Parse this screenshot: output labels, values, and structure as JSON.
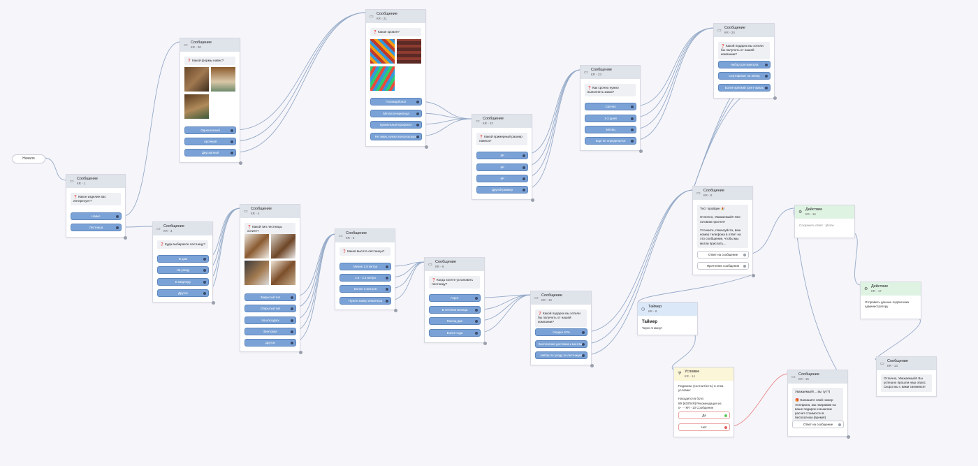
{
  "start": {
    "label": "Начало"
  },
  "nodes": {
    "n1": {
      "title": "Сообщение",
      "sub": "КR - 1",
      "question": "❓ Какое изделие вас интересует?",
      "buttons": [
        "Навес",
        "Лестница"
      ]
    },
    "n30": {
      "title": "Сообщение",
      "sub": "КR - 30",
      "question": "❓ Какой формы навес?",
      "buttons": [
        "Односкатный",
        "Арочный",
        "Двускатный"
      ]
    },
    "n21": {
      "title": "Сообщение",
      "sub": "КR - 21",
      "question": "❓ Какая кровля?",
      "buttons": [
        "Поликарбонат",
        "Металлочерепица",
        "Кровельный профлист",
        "Не знаю, нужна консультация"
      ]
    },
    "n22": {
      "title": "Сообщение",
      "sub": "КR - 22",
      "question": "❓ Какой примерный размер навеса?",
      "buttons": [
        "М²",
        "М²",
        "М²",
        "Другой размер"
      ]
    },
    "n23": {
      "title": "Сообщение",
      "sub": "КR - 23",
      "question": "❓ Как срочно нужно выполнить заказ?",
      "buttons": [
        "Срочно",
        "1-2 дней",
        "Месяц",
        "Еще не определился"
      ]
    },
    "n24": {
      "title": "Сообщение",
      "sub": "КR - 24",
      "question": "❓ Какой подарок вы хотели бы получить от нашей компании?",
      "buttons": [
        "Набор для мангала",
        "Сертификат на 3000р",
        "Более крепкий грунт-эмаль"
      ]
    },
    "n3": {
      "title": "Сообщение",
      "sub": "КR - 3",
      "question": "❓ Куда выбираете лестницу?",
      "buttons": [
        "В дом",
        "На улицу",
        "В квартиру",
        "Другое"
      ]
    },
    "n4": {
      "title": "Сообщение",
      "sub": "КR - 4",
      "question": "❓ Какой тип лестницы хотите?",
      "buttons": [
        "Закрытый тип",
        "Открытый тип",
        "На косоурах",
        "Винтовая",
        "Другое"
      ]
    },
    "n5": {
      "title": "Сообщение",
      "sub": "КR - 5",
      "question": "❓ Какая высота лестницы?",
      "buttons": [
        "Менее 2.8 метра",
        "2.8 - 3.2 метра",
        "Более 3 метров",
        "Нужен замер инженера"
      ]
    },
    "n6": {
      "title": "Сообщение",
      "sub": "КR - 6",
      "question": "❓ Когда хотите установить лестницу?",
      "buttons": [
        "Горит",
        "В течение месяца",
        "Месяц-два",
        "Более года"
      ]
    },
    "n10": {
      "title": "Сообщение",
      "sub": "КR - 10",
      "question": "❓ Какой подарок вы хотели бы получить от нашей компании?",
      "buttons": [
        "Скидка 10%",
        "Бесплатная доставка к монтажу",
        "Набор по уходу за лестницей"
      ]
    },
    "n9": {
      "title": "Сообщение",
      "sub": "КR - 9",
      "text": "Тест пройден 🎉\n\nОтлично, Уважаемый!! Уже готовим просчет!\n\nУточните, пожалуйста, ваш номер телефона в ответ на это сообщение, чтобы мы могли прислать...",
      "buttons": [
        "Ответ на сообщение",
        "Прочтение сообщения"
      ]
    },
    "n8": {
      "title": "Таймер",
      "sub": "КR - 8",
      "heading": "Таймер",
      "text": "Через 5 минут"
    },
    "n14": {
      "title": "Условие",
      "sub": "КR - 14",
      "text": "Подписан (состоит/есть) в этом условии:\n\nНаходится в боте:\n  КR   [КОПИЯ] Рекомендация из\n  ⊳ ··· КR - 10  Сообщение",
      "buttons": [
        "Да",
        "Нет"
      ]
    },
    "n15": {
      "title": "Сообщение",
      "sub": "КR - 15",
      "text": "Уважаемый!!... вы тут?)\n\n🎁 Напишите свой номер телефона, мы направим на ваше подарок и вышлем расчет стоимости в бесплатном (время!)",
      "buttons": [
        "Ответ на сообщение"
      ]
    },
    "n16": {
      "title": "Действие",
      "sub": "КR - 16",
      "text": "Сохранить ответ : phone"
    },
    "n17": {
      "title": "Действие",
      "sub": "КR - 17",
      "text": "Отправить данные подписчика администратору"
    },
    "n13": {
      "title": "Сообщение",
      "sub": "КR - 13",
      "text": "Отлично, Уважаемый!! Вы успешно прошли наш опрос. Скоро мы с вами свяжемся!"
    }
  },
  "colors": {
    "header": "#dfe3ea",
    "button": "#7aa2d6",
    "wire": "#8ba3c3",
    "wire_red": "#e88a8a",
    "canvas": "#f6f5fa"
  },
  "icons": {
    "message": "speech-bubble-icon",
    "timer": "clock-icon",
    "condition": "filter-icon",
    "action": "gear-icon"
  }
}
